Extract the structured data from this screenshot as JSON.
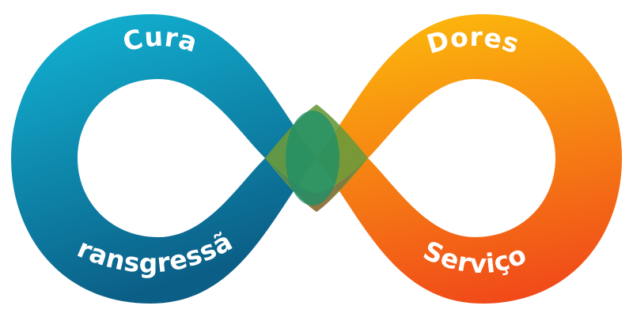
{
  "diagram": {
    "labels": {
      "top_left": "Cura",
      "top_right": "Dores",
      "bottom_left": "Transgressão",
      "bottom_right": "Serviço"
    },
    "colors": {
      "left_top": "#12b6d6",
      "left_bottom": "#0b5e86",
      "center": "#1a8f6a",
      "right_top": "#fbb20d",
      "right_bottom": "#f0451a"
    }
  }
}
